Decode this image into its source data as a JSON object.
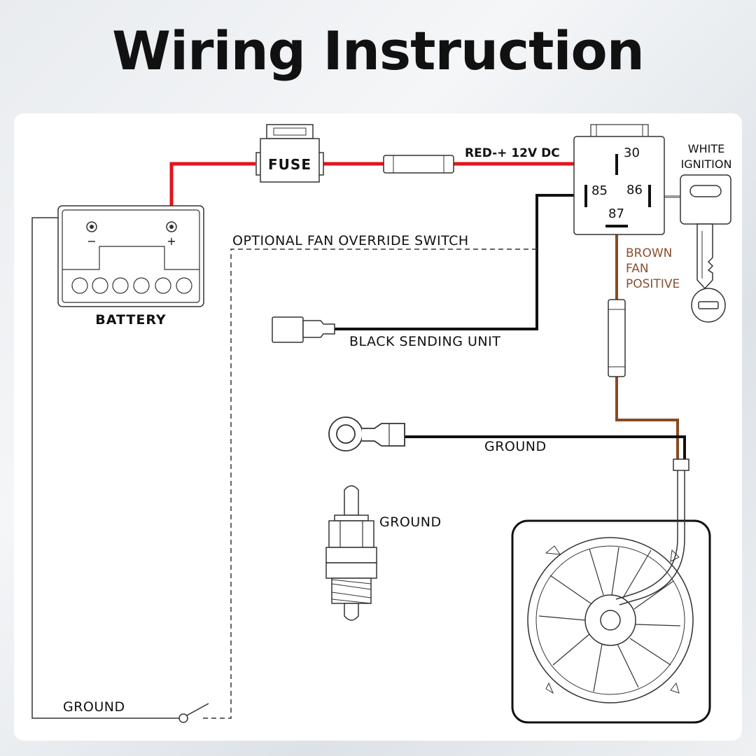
{
  "title": "Wiring Instruction",
  "labels": {
    "fuse": "FUSE",
    "red_wire": "RED-+ 12V DC",
    "battery": "BATTERY",
    "battery_neg": "−",
    "battery_pos": "+",
    "optional_switch": "OPTIONAL FAN OVERRIDE SWITCH",
    "black_sending": "BLACK SENDING UNIT",
    "ground_ring": "GROUND",
    "ground_sensor": "GROUND",
    "ground_switch": "GROUND",
    "white_ignition_1": "WHITE",
    "white_ignition_2": "IGNITION",
    "brown_1": "BROWN",
    "brown_2": "FAN",
    "brown_3": "POSITIVE",
    "pin_30": "30",
    "pin_85": "85",
    "pin_86": "86",
    "pin_87": "87"
  },
  "colors": {
    "red_wire": "#e0161e",
    "black_wire": "#111111",
    "brown_wire": "#8a4a22",
    "brown_text": "#8a5030",
    "gray_wire": "#9a9a9a",
    "outline": "#333333"
  }
}
